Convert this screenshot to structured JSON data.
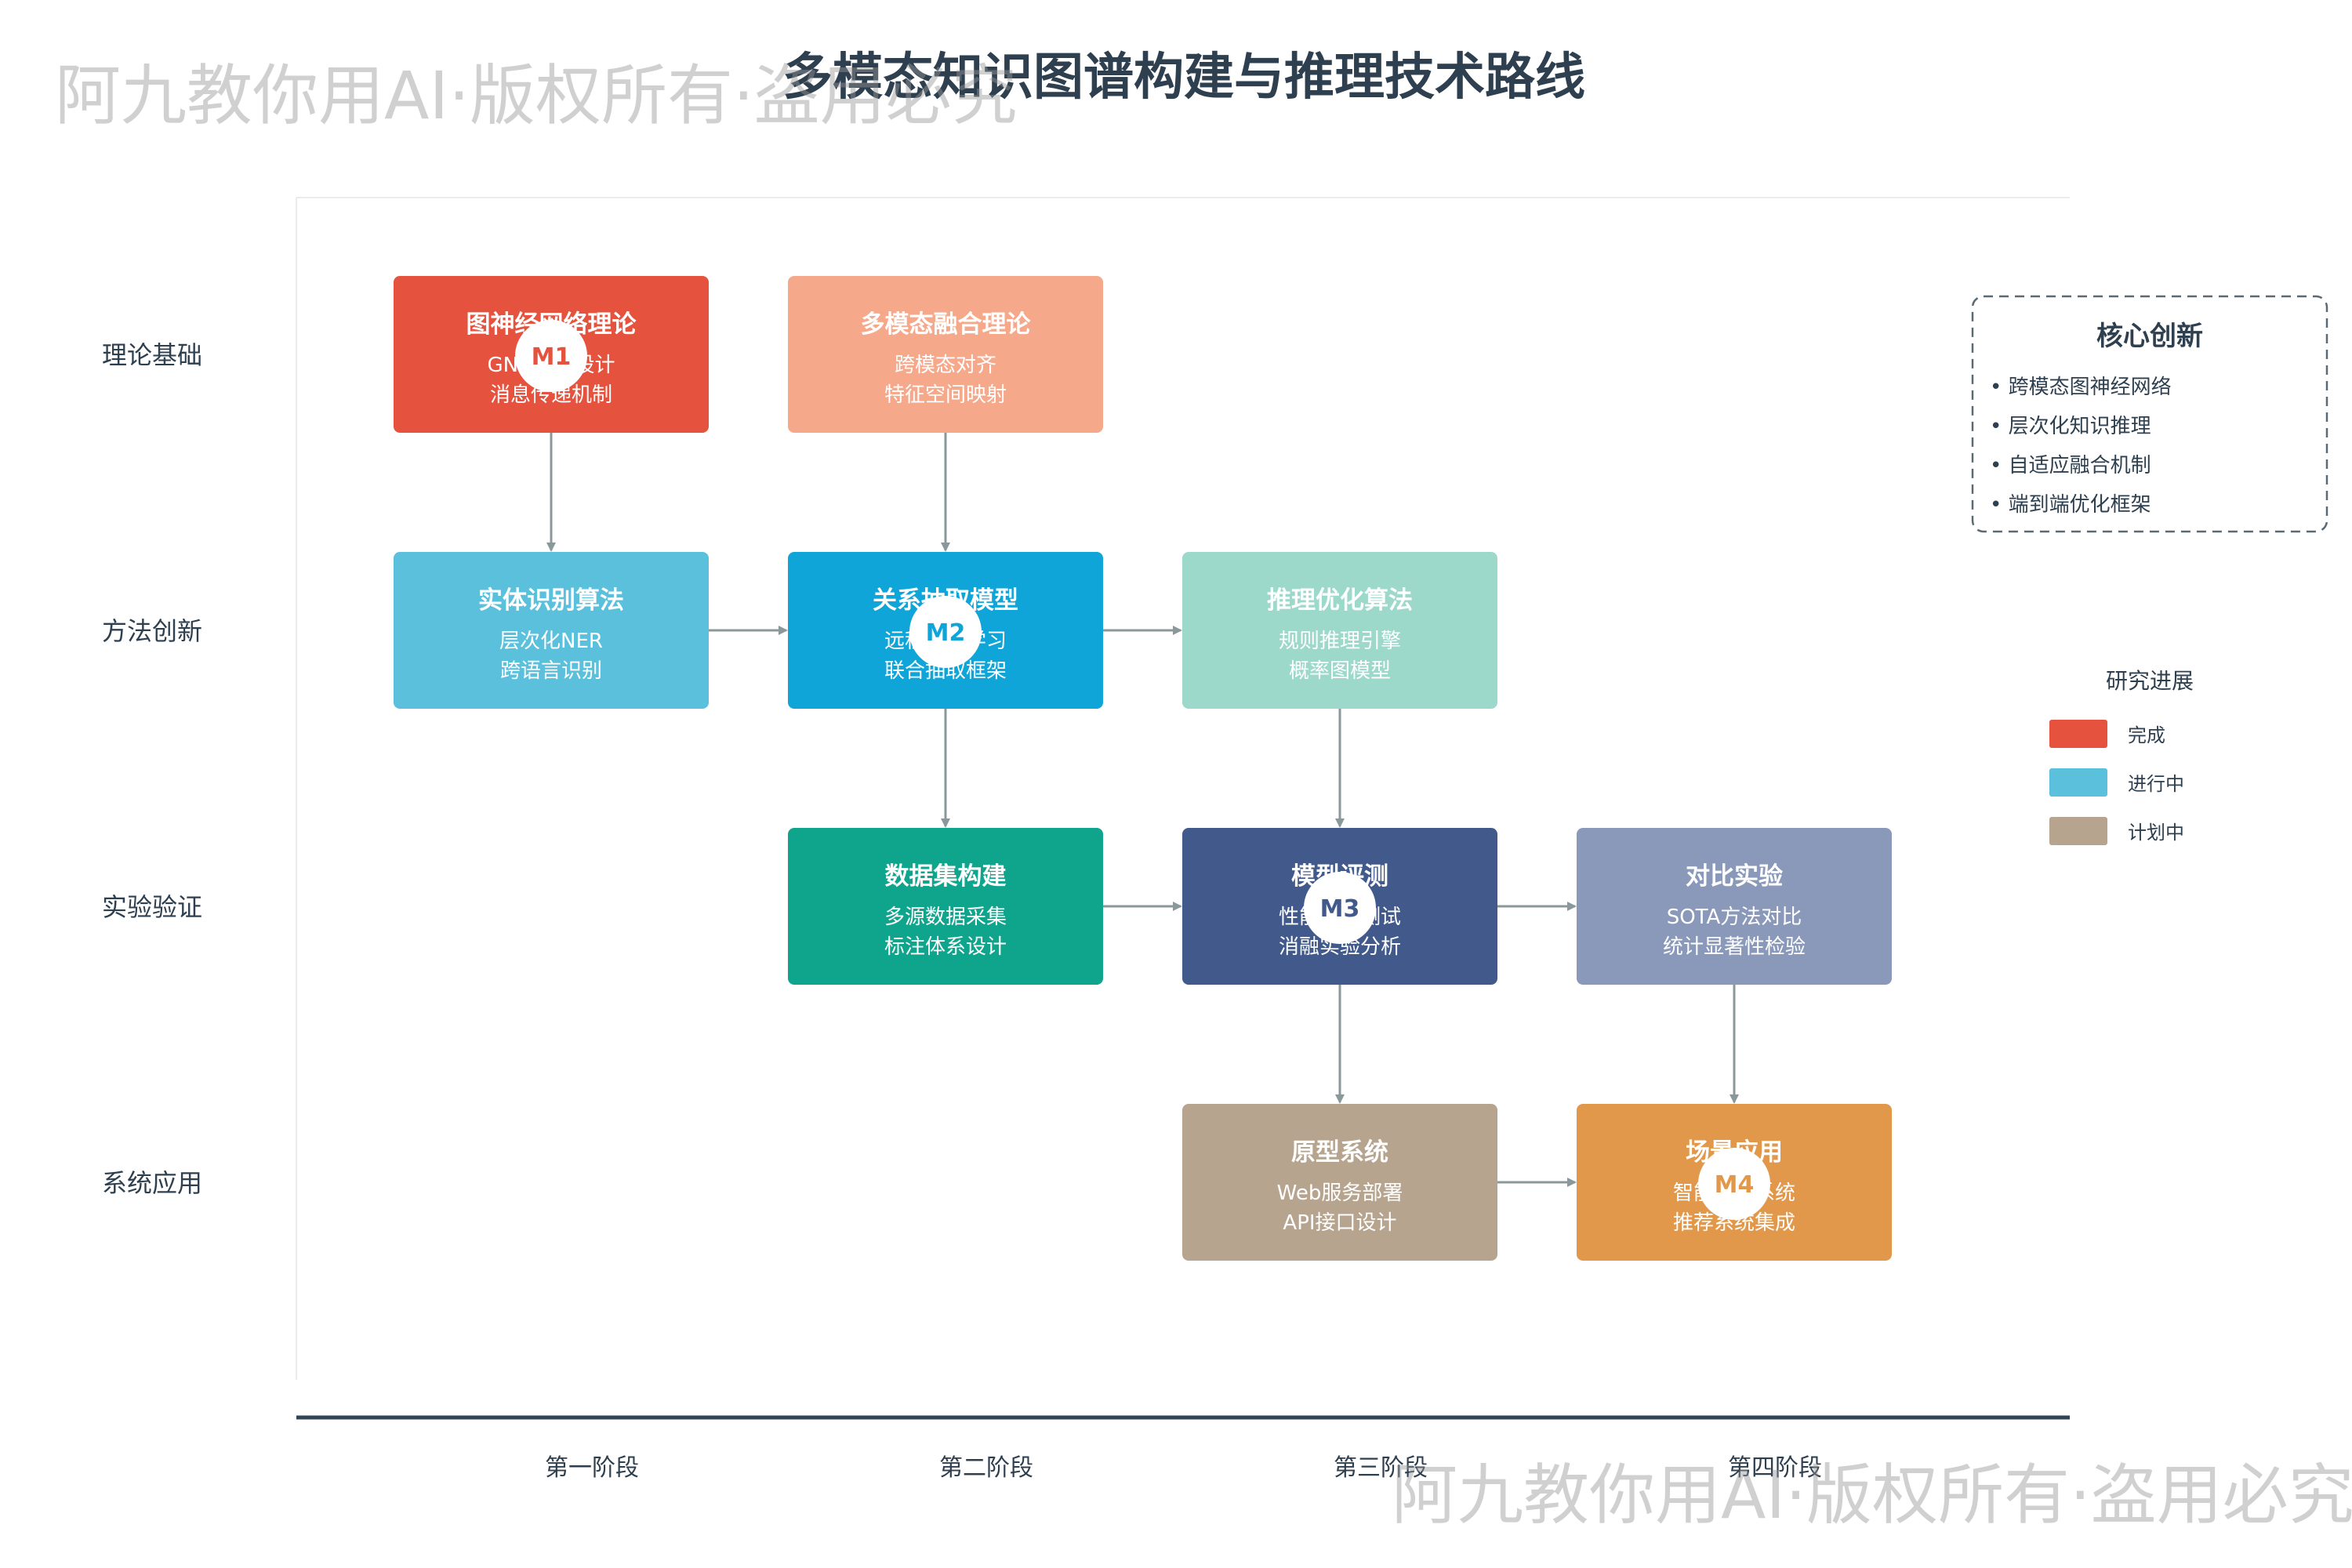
{
  "title": "多模态知识图谱构建与推理技术路线",
  "watermarks": [
    "阿九教你用AI·版权所有·盗用必究",
    "阿九教你用AI·版权所有·盗用必究"
  ],
  "rows": [
    "理论基础",
    "方法创新",
    "实验验证",
    "系统应用"
  ],
  "stages": [
    "第一阶段",
    "第二阶段",
    "第三阶段",
    "第四阶段"
  ],
  "nodes": [
    {
      "id": "gnn",
      "title": "图神经网络理论",
      "lines": [
        "GNN架构设计",
        "消息传递机制"
      ],
      "color": "#e5533f",
      "row": 0,
      "col": 0,
      "milestone": "M1"
    },
    {
      "id": "fusion",
      "title": "多模态融合理论",
      "lines": [
        "跨模态对齐",
        "特征空间映射"
      ],
      "color": "#f6a88a",
      "row": 0,
      "col": 1,
      "milestone": ""
    },
    {
      "id": "ner",
      "title": "实体识别算法",
      "lines": [
        "层次化NER",
        "跨语言识别"
      ],
      "color": "#5bc0dc",
      "row": 1,
      "col": 0,
      "milestone": ""
    },
    {
      "id": "relation",
      "title": "关系抽取模型",
      "lines": [
        "远程监督学习",
        "联合抽取框架"
      ],
      "color": "#0fa5d8",
      "row": 1,
      "col": 1,
      "milestone": "M2"
    },
    {
      "id": "reasoning",
      "title": "推理优化算法",
      "lines": [
        "规则推理引擎",
        "概率图模型"
      ],
      "color": "#9dd9cb",
      "row": 1,
      "col": 2,
      "milestone": ""
    },
    {
      "id": "dataset",
      "title": "数据集构建",
      "lines": [
        "多源数据采集",
        "标注体系设计"
      ],
      "color": "#0fa58c",
      "row": 2,
      "col": 1,
      "milestone": ""
    },
    {
      "id": "eval",
      "title": "模型评测",
      "lines": [
        "性能基准测试",
        "消融实验分析"
      ],
      "color": "#425a8b",
      "row": 2,
      "col": 2,
      "milestone": "M3"
    },
    {
      "id": "compare",
      "title": "对比实验",
      "lines": [
        "SOTA方法对比",
        "统计显著性检验"
      ],
      "color": "#8a99b9",
      "row": 2,
      "col": 3,
      "milestone": ""
    },
    {
      "id": "proto",
      "title": "原型系统",
      "lines": [
        "Web服务部署",
        "API接口设计"
      ],
      "color": "#b6a48f",
      "row": 3,
      "col": 2,
      "milestone": ""
    },
    {
      "id": "apply",
      "title": "场景应用",
      "lines": [
        "智能问答系统",
        "推荐系统集成"
      ],
      "color": "#e2984b",
      "row": 3,
      "col": 3,
      "milestone": "M4"
    }
  ],
  "edges": [
    [
      "gnn",
      "ner"
    ],
    [
      "fusion",
      "relation"
    ],
    [
      "ner",
      "relation"
    ],
    [
      "relation",
      "reasoning"
    ],
    [
      "relation",
      "dataset"
    ],
    [
      "reasoning",
      "eval"
    ],
    [
      "dataset",
      "eval"
    ],
    [
      "eval",
      "compare"
    ],
    [
      "eval",
      "proto"
    ],
    [
      "compare",
      "apply"
    ],
    [
      "proto",
      "apply"
    ]
  ],
  "innovation": {
    "title": "核心创新",
    "items": [
      "• 跨模态图神经网络",
      "• 层次化知识推理",
      "• 自适应融合机制",
      "• 端到端优化框架"
    ]
  },
  "legend": {
    "title": "研究进展",
    "items": [
      {
        "label": "完成",
        "color": "#e5533f"
      },
      {
        "label": "进行中",
        "color": "#5bc0dc"
      },
      {
        "label": "计划中",
        "color": "#b6a48f"
      }
    ]
  }
}
